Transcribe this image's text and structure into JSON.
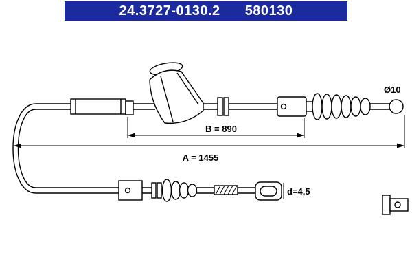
{
  "header": {
    "part_number": "24.3727-0130.2",
    "reference_number": "580130"
  },
  "colors": {
    "header_bg": "#1b2b9d",
    "header_text": "#ffffff",
    "line": "#000000",
    "background": "#ffffff"
  },
  "dimensions": {
    "b_label": "B = 890",
    "a_label": "A = 1455",
    "end_diameter_label": "Ø10",
    "rod_diameter_label": "d=4,5"
  },
  "drawing_description": "Parking brake cable technical drawing with looped cable, sheath, rubber boots, adjuster, end ball and mounting clip"
}
